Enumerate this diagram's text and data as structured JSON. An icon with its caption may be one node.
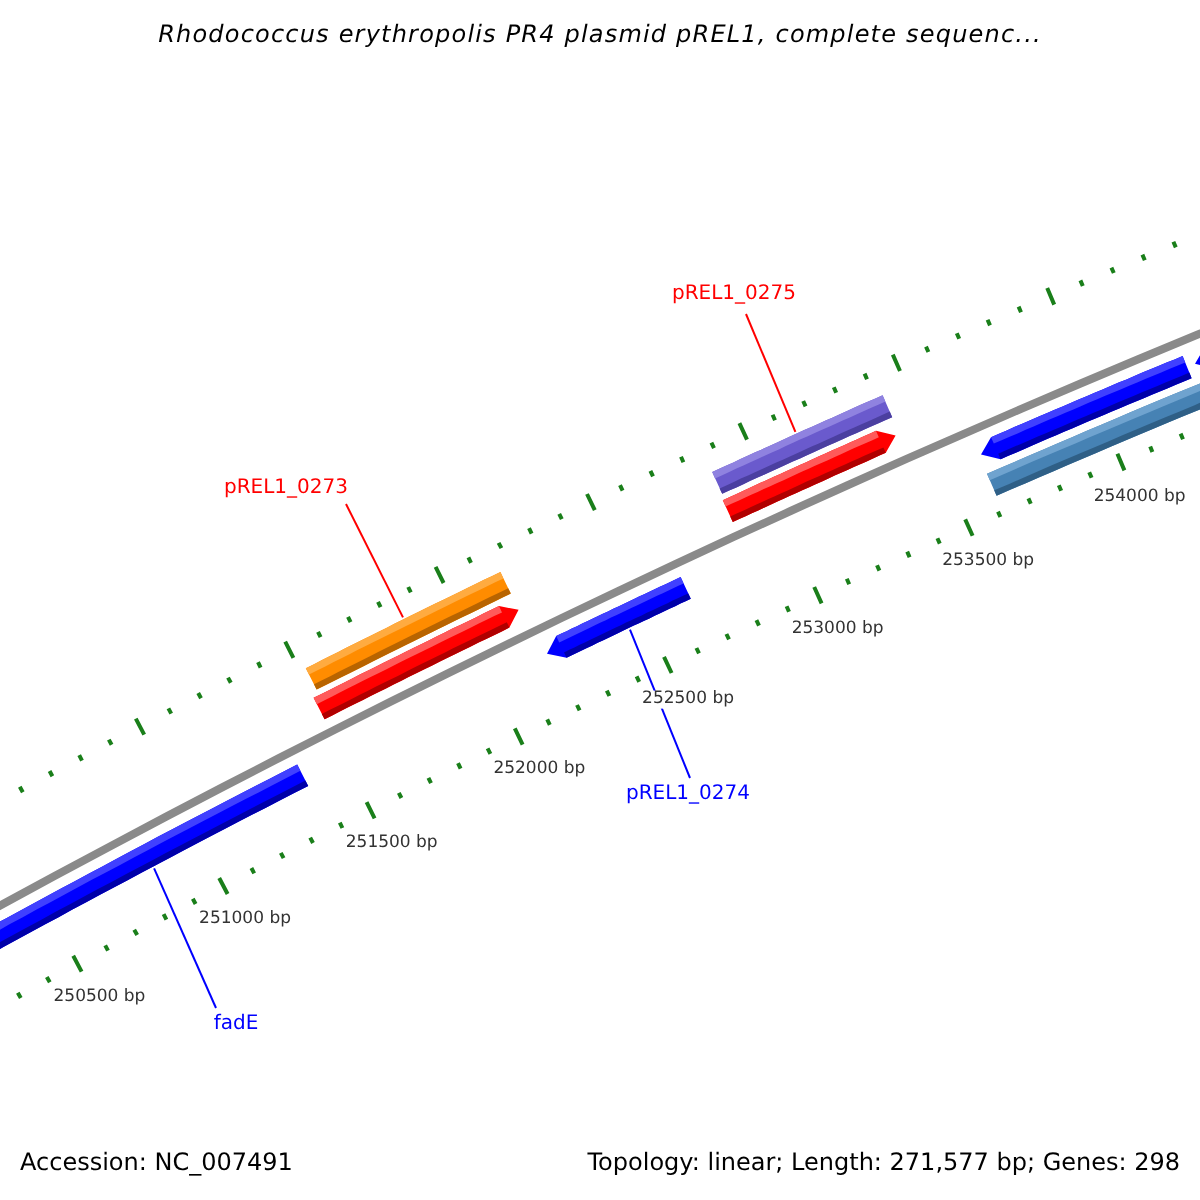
{
  "diagram": {
    "title": "Rhodococcus erythropolis PR4 plasmid pREL1, complete sequenc...",
    "nodes": [
      {
        "text": [
          "pREL1_0275"
        ]
      },
      {
        "text": [],
        "shape": "bar"
      },
      {
        "text": [
          "pREL1_0273"
        ]
      },
      {
        "text": [],
        "shape": "bar"
      },
      {
        "text": [
          "pREL1_0274"
        ]
      },
      {
        "text": [],
        "shape": "bar"
      },
      {
        "text": [
          "fadE"
        ]
      },
      {
        "text": [],
        "shape": "bar"
      }
    ],
    "edges": [
      {
        "from": 0,
        "to": 1,
        "arrow": "none",
        "color": "#ff0000"
      },
      {
        "from": 2,
        "to": 3,
        "arrow": "none",
        "color": "#ff0000"
      },
      {
        "from": 4,
        "to": 5,
        "arrow": "none",
        "color": "#0000ff"
      },
      {
        "from": 6,
        "to": 7,
        "arrow": "none",
        "color": "#0000ff"
      }
    ],
    "labels": [
      "254000 bp",
      "253500 bp",
      "253000 bp",
      "252500 bp",
      "252000 bp",
      "251500 bp",
      "251000 bp",
      "250500 bp",
      "Accession: NC_007491",
      "Topology: linear; Length: 271,577 bp; Genes: 298"
    ]
  }
}
